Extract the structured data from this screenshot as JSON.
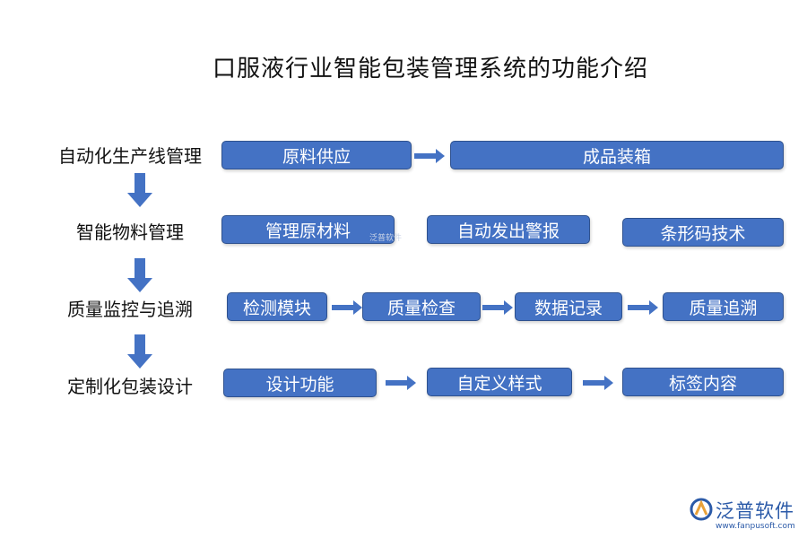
{
  "title": "口服液行业智能包装管理系统的功能介绍",
  "rows": [
    {
      "label": "自动化生产线管理",
      "boxes": [
        "原料供应",
        "成品装箱"
      ]
    },
    {
      "label": "智能物料管理",
      "boxes": [
        "管理原材料",
        "自动发出警报",
        "条形码技术"
      ]
    },
    {
      "label": "质量监控与追溯",
      "boxes": [
        "检测模块",
        "质量检查",
        "数据记录",
        "质量追溯"
      ]
    },
    {
      "label": "定制化包装设计",
      "boxes": [
        "设计功能",
        "自定义样式",
        "标签内容"
      ]
    }
  ],
  "brand": {
    "name": "泛普软件",
    "url": "www.fanpusoft.com"
  },
  "watermark": "泛普软件",
  "colors": {
    "box_fill": "#4472c4",
    "box_border": "#2f528f",
    "arrow": "#4472c4",
    "brand": "#2b5aa8"
  }
}
